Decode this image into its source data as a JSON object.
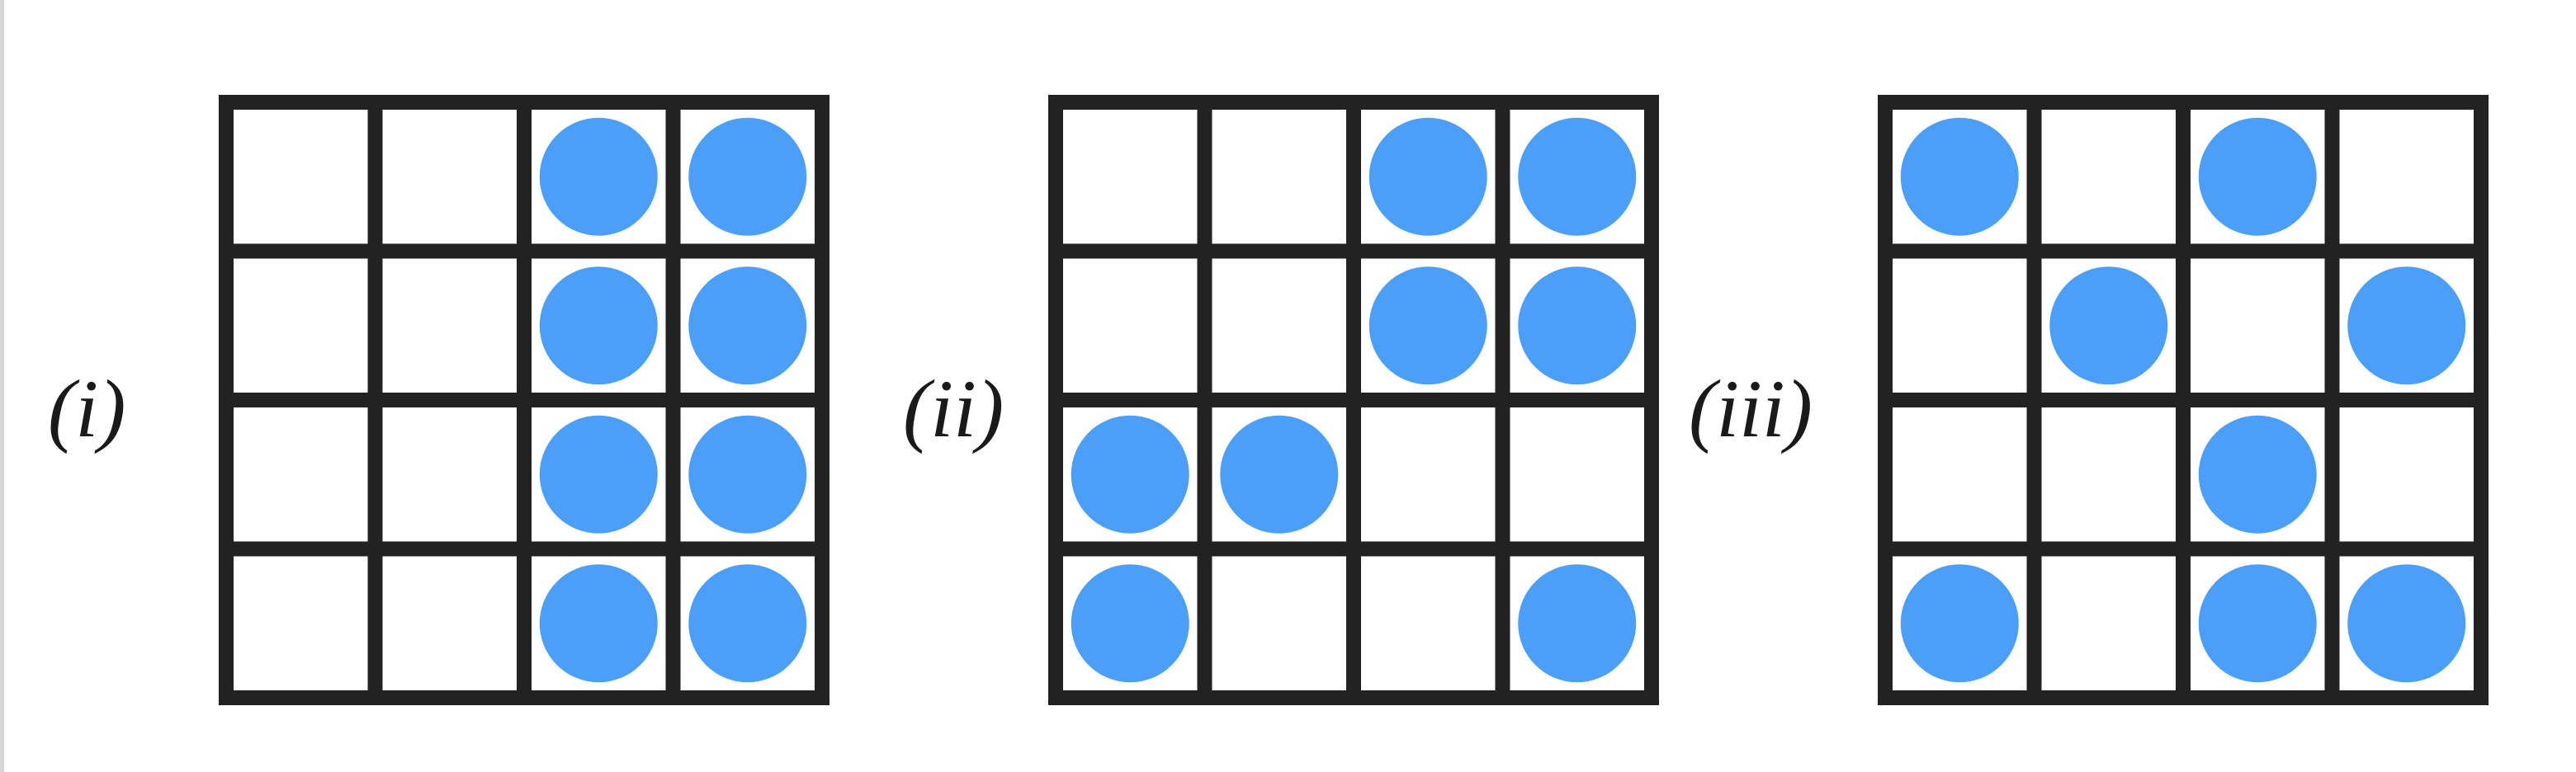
{
  "figure": {
    "dot_color": "#4b9ff9",
    "line_color": "#222222",
    "cell_color": "#ffffff",
    "panels": [
      {
        "label": "(i)",
        "rows": 4,
        "cols": 4,
        "cells": [
          [
            0,
            0,
            1,
            1
          ],
          [
            0,
            0,
            1,
            1
          ],
          [
            0,
            0,
            1,
            1
          ],
          [
            0,
            0,
            1,
            1
          ]
        ]
      },
      {
        "label": "(ii)",
        "rows": 4,
        "cols": 4,
        "cells": [
          [
            0,
            0,
            1,
            1
          ],
          [
            0,
            0,
            1,
            1
          ],
          [
            1,
            1,
            0,
            0
          ],
          [
            1,
            0,
            0,
            1
          ]
        ]
      },
      {
        "label": "(iii)",
        "rows": 4,
        "cols": 4,
        "cells": [
          [
            1,
            0,
            1,
            0
          ],
          [
            0,
            1,
            0,
            1
          ],
          [
            0,
            0,
            1,
            0
          ],
          [
            1,
            0,
            1,
            1
          ]
        ]
      }
    ]
  }
}
